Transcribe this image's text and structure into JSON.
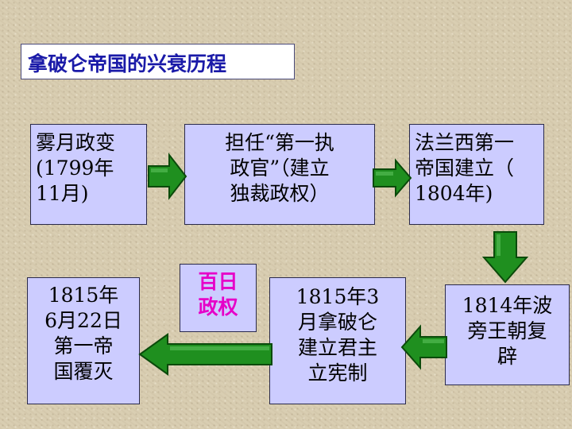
{
  "title": "拿破仑帝国的兴衰历程",
  "boxes": {
    "b1": "雾月政变\n(1799年\n11月)",
    "b2": "担任“第一执\n政官”（建立\n独裁政权）",
    "b3": "法兰西第一\n帝国建立（\n1804年)",
    "b4": "1814年波\n旁王朝复\n辟",
    "b5": "1815年3\n月拿破仑\n建立君主\n立宪制",
    "b6": "1815年\n6月22日\n第一帝\n国覆灭",
    "b7": "百日\n政权"
  },
  "colors": {
    "box_fill": "#ccccff",
    "arrow_fill": "#1f8f1f",
    "title_text": "#1a1aa8",
    "highlight_text": "#e600c8"
  }
}
